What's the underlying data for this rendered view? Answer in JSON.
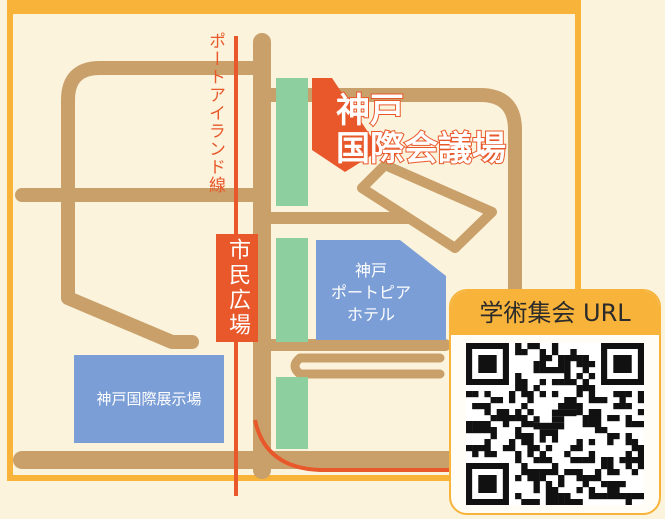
{
  "map": {
    "colors": {
      "background": "#fbf3dc",
      "frame": "#f7b33a",
      "road": "#c9a06a",
      "accent": "#e8582a",
      "building_blue": "#7b9ed6",
      "green_strip": "#8ecfa0"
    },
    "rail_line": {
      "label": "ポートアイランド線"
    },
    "station": {
      "label": "市民広場"
    },
    "venue": {
      "line1": "神戸",
      "line2": "国際会議場"
    },
    "hotel": {
      "line1": "神戸",
      "line2": "ポートピア",
      "line3": "ホテル"
    },
    "exhibition_hall": {
      "label": "神戸国際展示場"
    }
  },
  "qr_card": {
    "title": "学術集会 URL",
    "icon": "dinosaur-icon"
  }
}
